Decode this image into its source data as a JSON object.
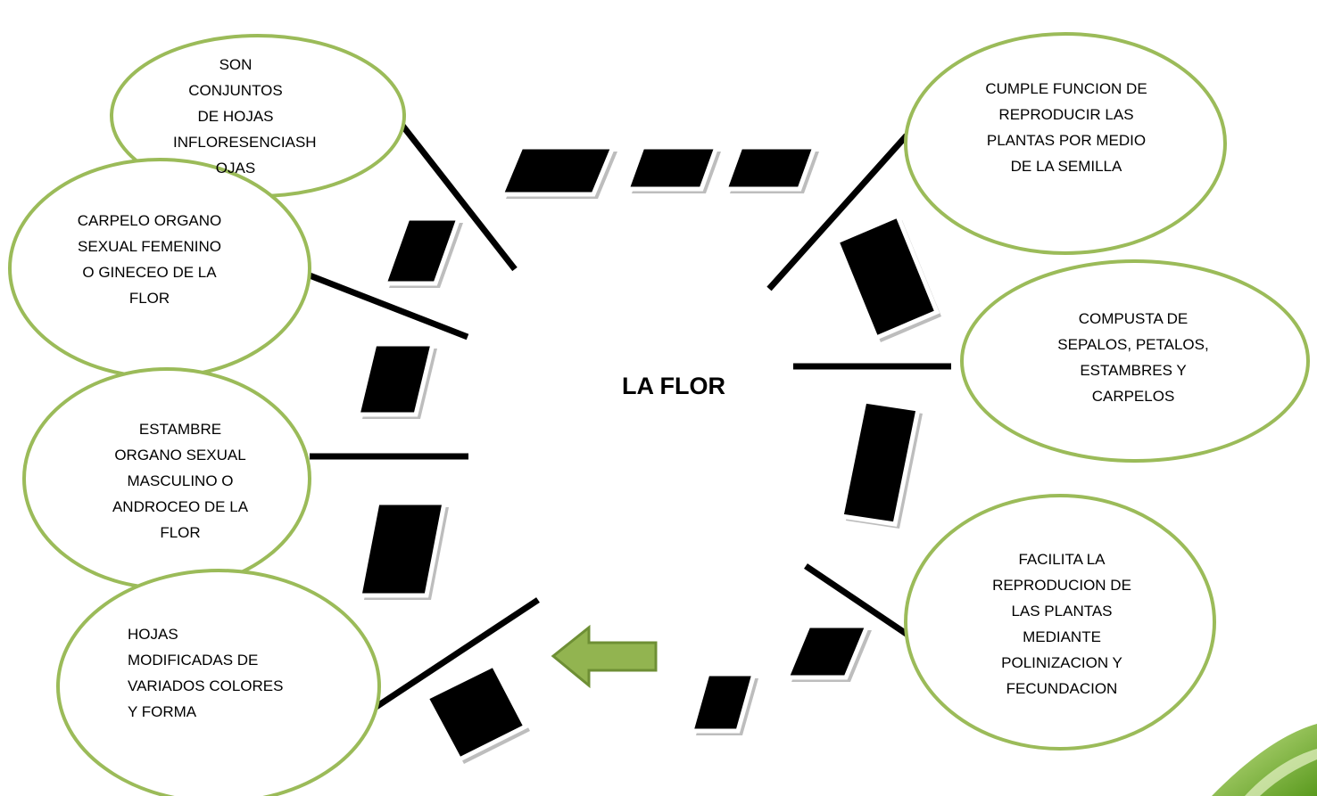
{
  "center_label": "LA FLOR",
  "colors": {
    "ellipse_stroke": "#9bbb59",
    "arrow_fill": "#92b450",
    "arrow_stroke": "#6e8f35",
    "corner_swoosh": "#7cb82f"
  },
  "icons": {
    "arrow": "left-arrow-icon"
  },
  "bubbles": [
    {
      "id": "hojas-conjuntos",
      "text": "SON CONJUNTOS\nDE HOJAS\nINFLORESENCIASH\nOJAS"
    },
    {
      "id": "carpelo",
      "text": "CARPELO ORGANO\nSEXUAL FEMENINO\nO GINECEO DE LA\nFLOR"
    },
    {
      "id": "estambre",
      "text": "ESTAMBRE\nORGANO SEXUAL\nMASCULINO O\nANDROCEO DE LA\nFLOR"
    },
    {
      "id": "hojas-modificadas",
      "text": "HOJAS\nMODIFICADAS DE\nVARIADOS COLORES\nY FORMA"
    },
    {
      "id": "funcion",
      "text": "CUMPLE FUNCION DE\nREPRODUCIR  LAS\nPLANTAS POR MEDIO\nDE LA SEMILLA"
    },
    {
      "id": "compuesta",
      "text": "COMPUSTA DE\nSEPALOS, PETALOS,\nESTAMBRES Y\nCARPELOS"
    },
    {
      "id": "facilita",
      "text": "FACILITA LA\nREPRODUCION DE\nLAS PLANTAS\nMEDIANTE\nPOLINIZACION Y\nFECUNDACION"
    }
  ]
}
